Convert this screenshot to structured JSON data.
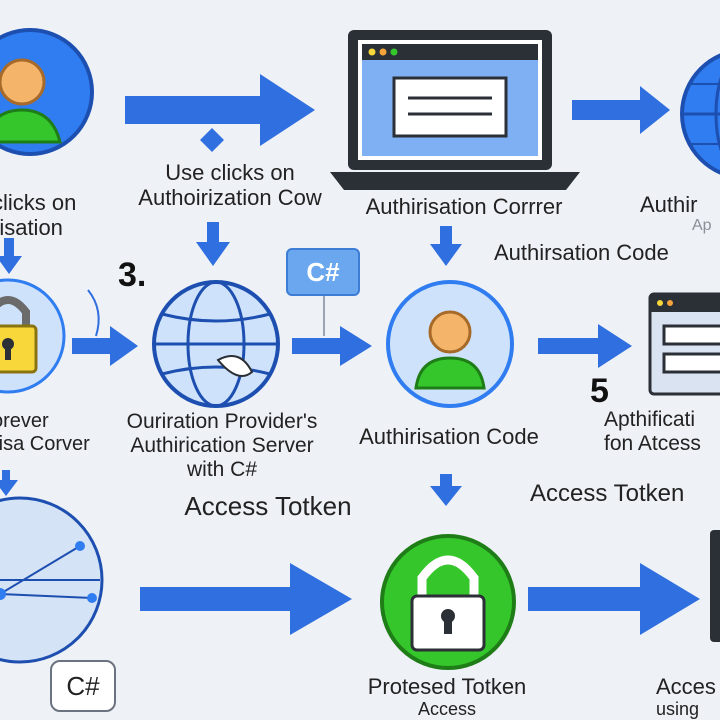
{
  "labels": {
    "user_clicks_left": [
      "clicks on",
      "risation"
    ],
    "user_clicks_center": [
      "Use clicks on",
      "Authoirization Cow"
    ],
    "auth_server_top": "Authirisation Corrrer",
    "auth_right_top": [
      "Authir",
      "Ap"
    ],
    "auth_code_top": "Authirsation Code",
    "lock_left": [
      "orever",
      "risa Corver"
    ],
    "provider": [
      "Ouriration Provider's",
      "Authirication Server",
      "with C#"
    ],
    "access_token_center": "Access Totken",
    "user_center": "Authirisation Code",
    "right_server": [
      "Apthificati",
      "fon Atcess"
    ],
    "access_token_right": "Access Totken",
    "protected": [
      "Protesed Totken",
      "Access"
    ],
    "access_right_bottom": [
      "Acces",
      "using"
    ]
  },
  "tags": {
    "csharp_top": "C#",
    "csharp_bottom": "C#"
  },
  "numbers": {
    "step_3": "3.",
    "step_5": "5"
  },
  "colors": {
    "arrow": "#2f6fe0",
    "node_blue": "#2f7df0",
    "node_light": "#cfe2fb",
    "green": "#35c62c",
    "yellow": "#f7d73a"
  }
}
